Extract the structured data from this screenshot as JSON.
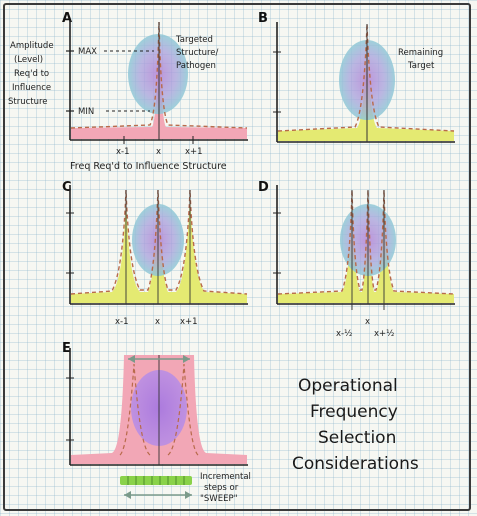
{
  "panels": {
    "a": {
      "letter": "A",
      "y_label_lines": [
        "Amplitude",
        "(Level)",
        "Req'd to",
        "Influence",
        "Structure"
      ],
      "max_label": "MAX",
      "min_label": "MIN",
      "target_label_lines": [
        "Targeted",
        "Structure/",
        "Pathogen"
      ],
      "ticks": [
        "x-1",
        "x",
        "x+1"
      ],
      "x_label": "Freq Req'd to Influence Structure"
    },
    "b": {
      "letter": "B",
      "target_label_lines": [
        "Remaining",
        "Target"
      ]
    },
    "c": {
      "letter": "C",
      "ticks": [
        "x-1",
        "x",
        "x+1"
      ]
    },
    "d": {
      "letter": "D",
      "ticks": [
        "x-½",
        "x",
        "x+½"
      ]
    },
    "e": {
      "letter": "E",
      "legend_lines": [
        "Incremental",
        "steps or",
        "\"SWEEP\""
      ]
    }
  },
  "title_lines": [
    "Operational",
    "Frequency",
    "Selection",
    "Considerations"
  ],
  "colors": {
    "ink": "#222222",
    "red_band": "#f2a7b6",
    "yellow_band": "#e4ea72",
    "dashed": "#b86a4a",
    "pathogen_blue": "#8fc9d6",
    "pathogen_purple": "#b88ad8",
    "sweep_green": "#8ad24a",
    "sweep_arrow": "#7a9a8a"
  }
}
